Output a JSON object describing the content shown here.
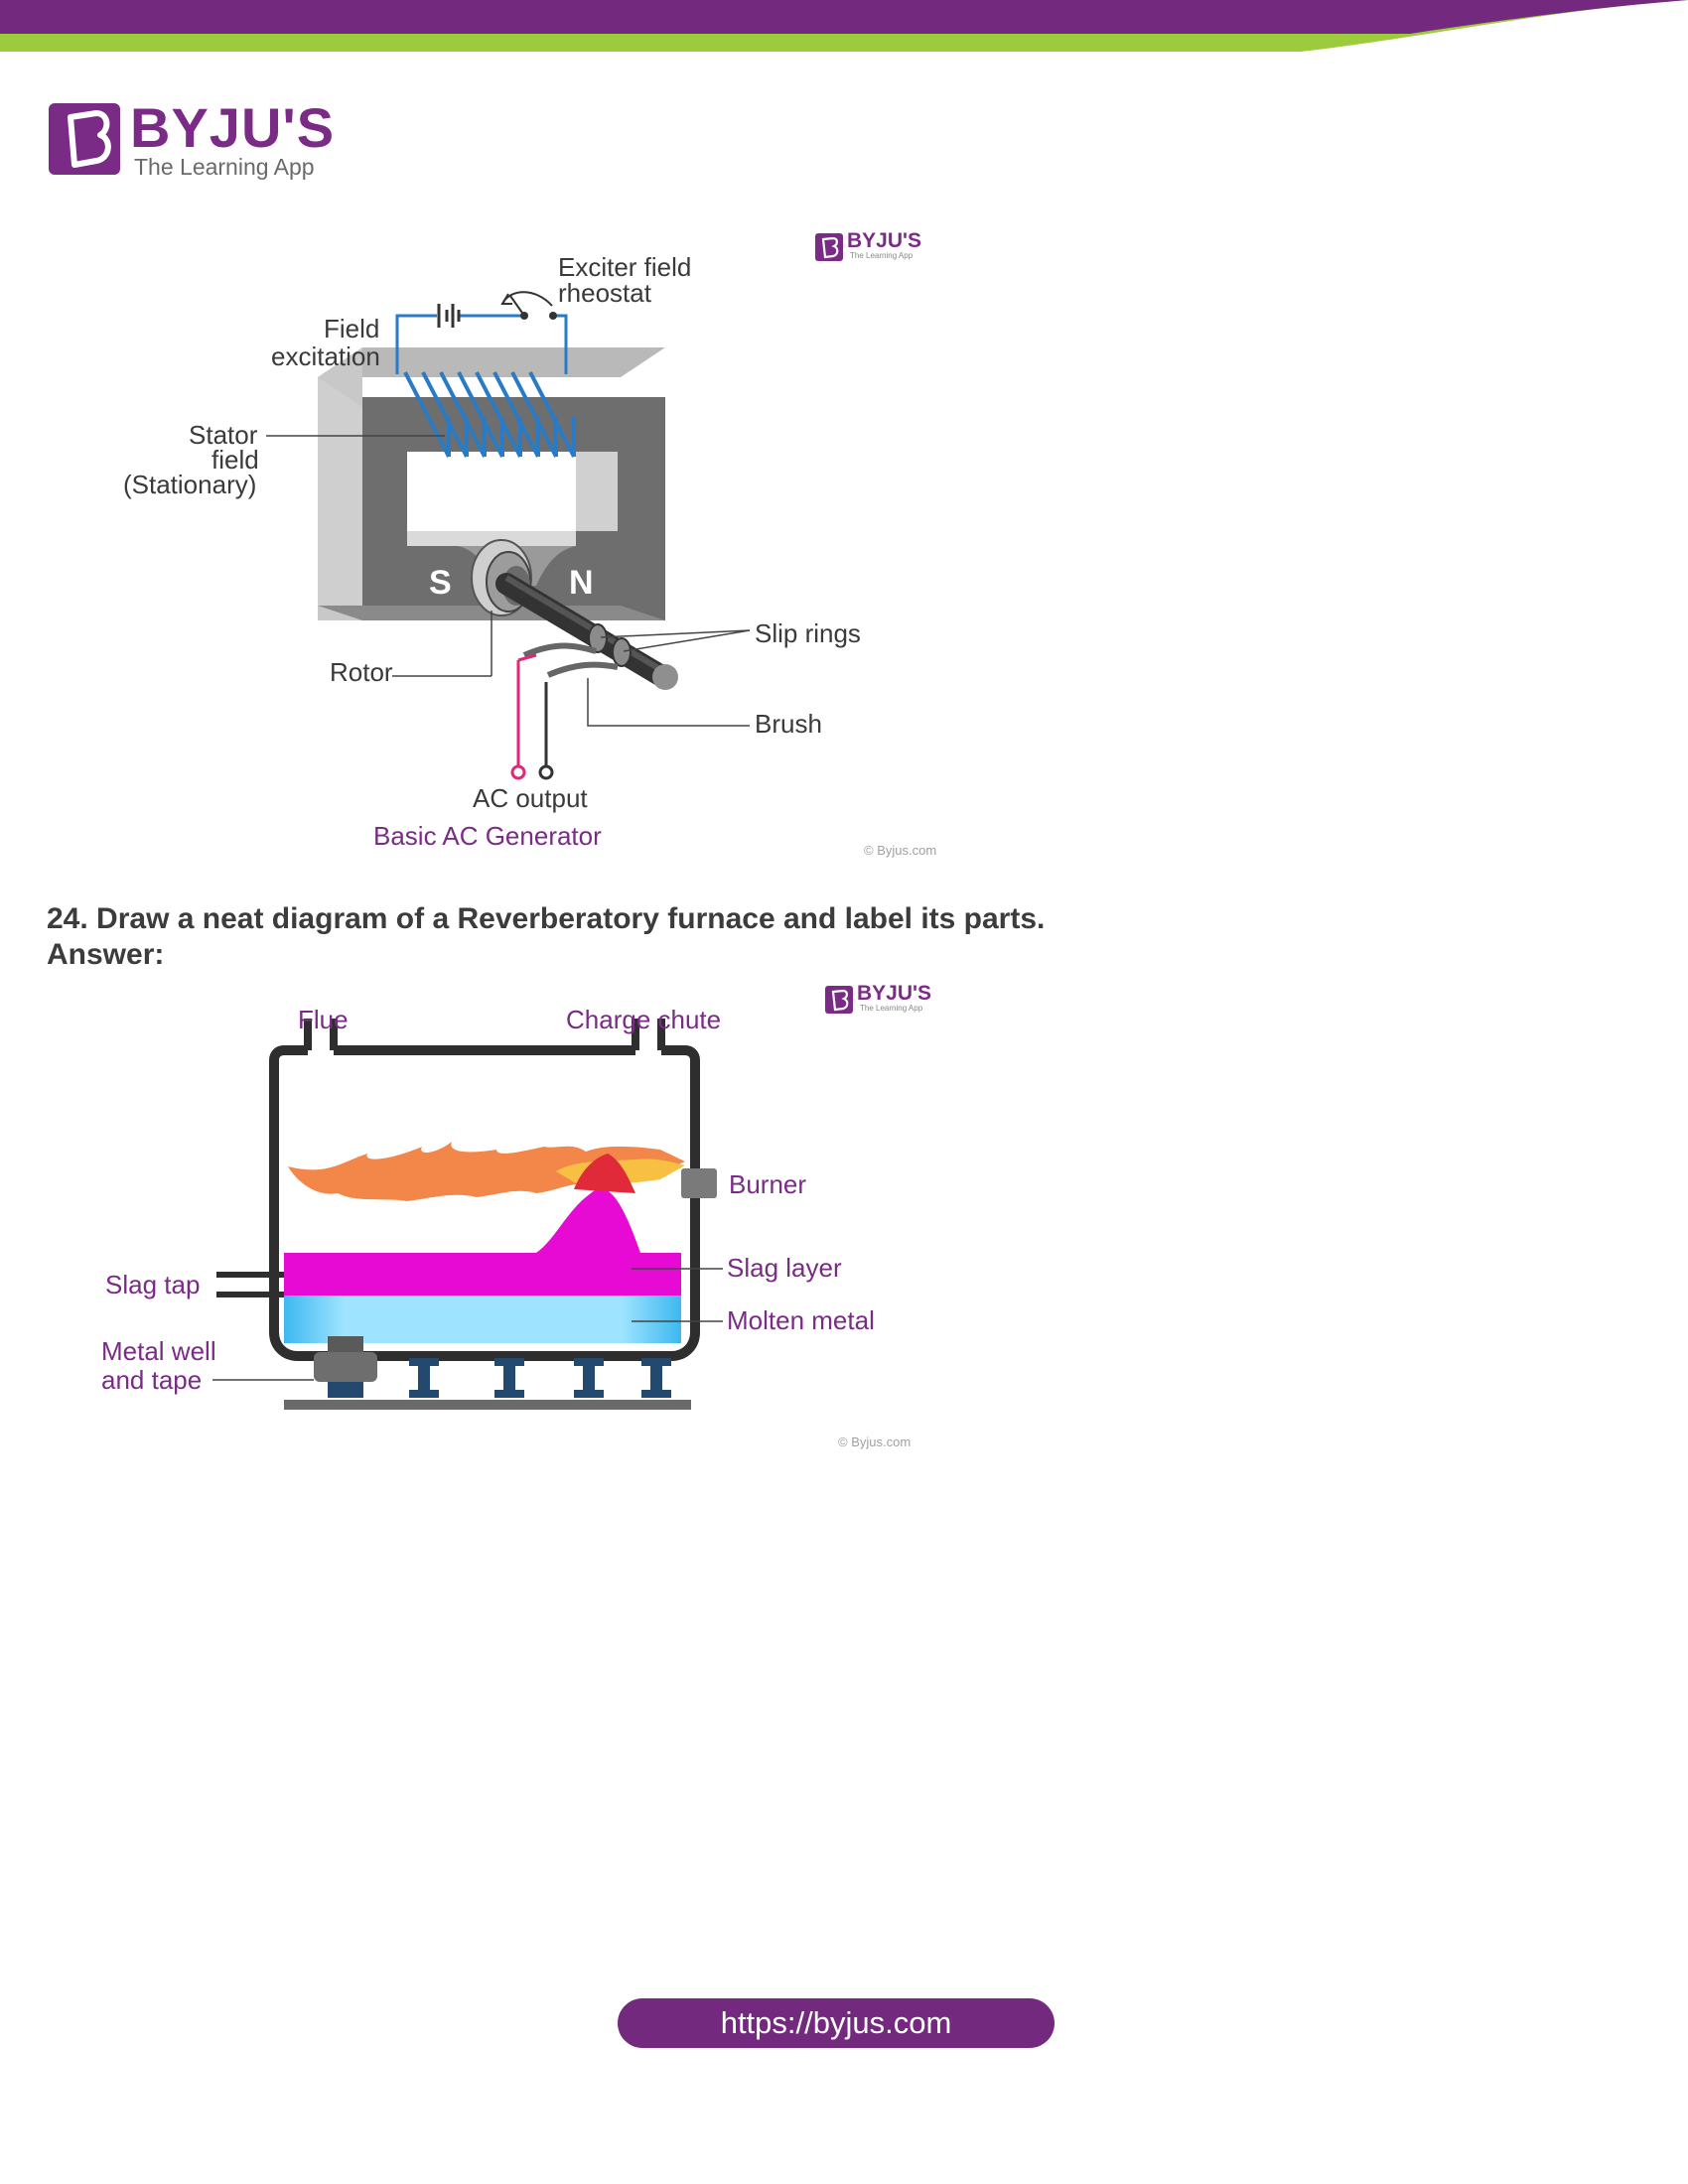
{
  "brand": {
    "name": "BYJU'S",
    "tagline": "The Learning App",
    "color_purple": "#732a7e",
    "color_green": "#9ccc3c"
  },
  "diagram1": {
    "labels": {
      "exciter_line1": "Exciter field",
      "exciter_line2": "rheostat",
      "field_line1": "Field",
      "field_line2": "excitation",
      "stator_line1": "Stator",
      "stator_line2": "field",
      "stator_line3": "(Stationary)",
      "pole_s": "S",
      "pole_n": "N",
      "slip_rings": "Slip rings",
      "rotor": "Rotor",
      "brush": "Brush",
      "ac_output": "AC output"
    },
    "caption": "Basic AC Generator",
    "copyright": "© Byjus.com"
  },
  "question": {
    "text": "24. Draw a neat diagram of a Reverberatory furnace and label its parts.",
    "answer_label": "Answer:"
  },
  "diagram2": {
    "labels": {
      "flue": "Flue",
      "charge_chute": "Charge chute",
      "burner": "Burner",
      "slag_tap": "Slag tap",
      "slag_layer": "Slag layer",
      "molten_metal": "Molten metal",
      "metal_well_line1": "Metal well",
      "metal_well_line2": "and tape"
    },
    "copyright": "© Byjus.com"
  },
  "footer": {
    "url": "https://byjus.com"
  }
}
